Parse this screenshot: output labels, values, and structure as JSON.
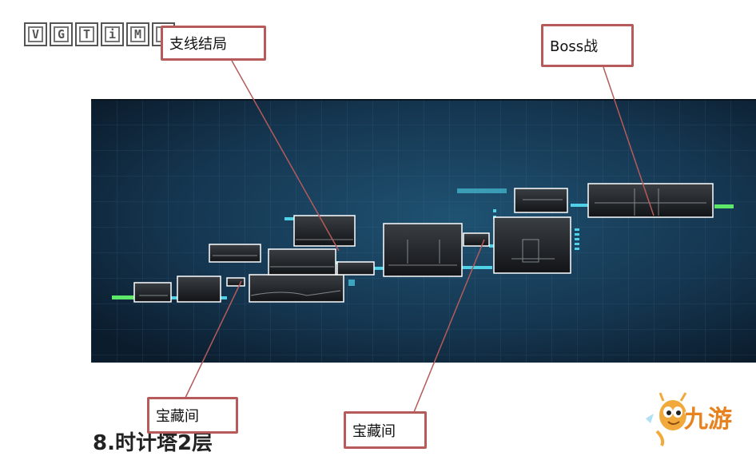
{
  "watermark": {
    "letters": [
      "V",
      "G",
      "T",
      "i",
      "M",
      "E"
    ]
  },
  "callouts": {
    "branch_ending": "支线结局",
    "boss_fight": "Boss战",
    "treasure_room_left": "宝藏间",
    "treasure_room_right": "宝藏间"
  },
  "section_heading": "8.时计塔2层",
  "brand": {
    "name": "九游",
    "mascot": "mascot-icon"
  },
  "colors": {
    "callout_border": "#b65a5a",
    "map_bg": "#153650",
    "path_cyan": "#4fd2e8",
    "path_green": "#5de86a",
    "brand_orange": "#e8821e"
  }
}
